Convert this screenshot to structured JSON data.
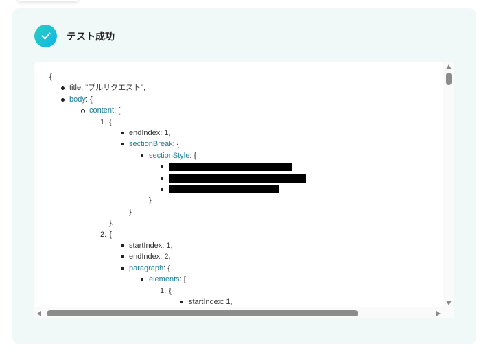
{
  "header": {
    "title": "テスト成功",
    "icon": "check-icon",
    "accent": "#1cc0d6"
  },
  "json_view": {
    "lines": [
      {
        "depth": 0,
        "marker": "none",
        "text": "{"
      },
      {
        "depth": 1,
        "marker": "disc",
        "rest": "title: \"ブルリクエスト\","
      },
      {
        "depth": 1,
        "marker": "disc",
        "key": "body",
        "rest": ": {"
      },
      {
        "depth": 2,
        "marker": "circle",
        "key": "content",
        "rest": ": ["
      },
      {
        "depth": 3,
        "marker": "number",
        "num": "1.",
        "rest": "{"
      },
      {
        "depth": 4,
        "marker": "square",
        "rest": "endIndex: 1,"
      },
      {
        "depth": 4,
        "marker": "square",
        "key": "sectionBreak",
        "rest": ": {"
      },
      {
        "depth": 5,
        "marker": "square",
        "key": "sectionStyle",
        "rest": ": {"
      },
      {
        "depth": 6,
        "marker": "square",
        "redacted": true
      },
      {
        "depth": 6,
        "marker": "square",
        "redacted": true
      },
      {
        "depth": 6,
        "marker": "square",
        "redacted": true
      },
      {
        "depth": 5,
        "marker": "none",
        "text": "}"
      },
      {
        "depth": 4,
        "marker": "none",
        "text": "}"
      },
      {
        "depth": 3,
        "marker": "none",
        "text": "},"
      },
      {
        "depth": 3,
        "marker": "number",
        "num": "2.",
        "rest": "{"
      },
      {
        "depth": 4,
        "marker": "square",
        "rest": "startIndex: 1,"
      },
      {
        "depth": 4,
        "marker": "square",
        "rest": "endIndex: 2,"
      },
      {
        "depth": 4,
        "marker": "square",
        "key": "paragraph",
        "rest": ": {"
      },
      {
        "depth": 5,
        "marker": "square",
        "key": "elements",
        "rest": ": ["
      },
      {
        "depth": 6,
        "marker": "number",
        "num": "1.",
        "rest": "{"
      },
      {
        "depth": 7,
        "marker": "square",
        "rest": "startIndex: 1,"
      }
    ]
  }
}
